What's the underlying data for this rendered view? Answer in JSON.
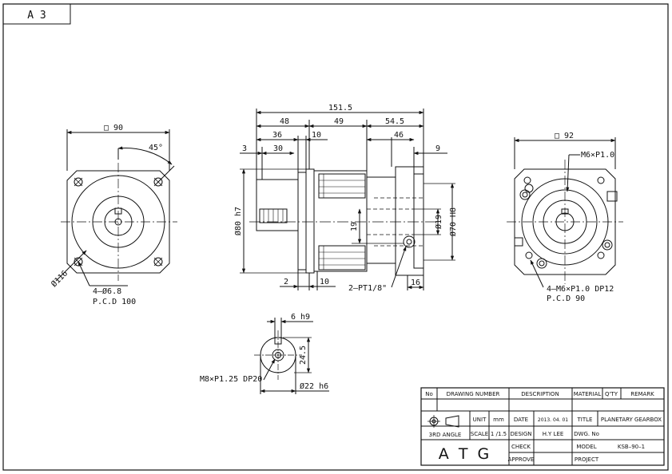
{
  "sheet": {
    "size": "A 3"
  },
  "front_view": {
    "square": "□ 90",
    "angle": "45°",
    "diameter": "Ø116",
    "holes": "4–Ø6.8",
    "pcd": "P.C.D 100"
  },
  "side_view": {
    "total_length": "151.5",
    "seg_48": "48",
    "seg_49": "49",
    "seg_54_5": "54.5",
    "dim_36": "36",
    "dim_30": "30",
    "dim_3": "3",
    "dim_10_top": "10",
    "dim_46": "46",
    "dim_9": "9",
    "dim_80": "Ø80 h7",
    "dim_19_h": "19",
    "dim_19_d": "Ø19",
    "dim_70": "Ø70 H8",
    "dim_2": "2",
    "dim_10_bot": "10",
    "port": "2–PT1/8\"",
    "dim_16": "16"
  },
  "rear_view": {
    "square": "□ 92",
    "thread": "M6×P1.0",
    "holes": "4–M6×P1.0  DP12",
    "pcd": "P.C.D  90"
  },
  "shaft_detail": {
    "key": "6 h9",
    "height": "24.5",
    "thread": "M8×P1.25  DP20",
    "diameter": "Ø22  h6"
  },
  "title_block": {
    "headers": [
      "No",
      "DRAWING NUMBER",
      "DESCRIPTION",
      "MATERIAL",
      "Q'TY",
      "REMARK"
    ],
    "projection": "3RD ANGLE",
    "unit_label": "UNIT",
    "unit_value": "mm",
    "scale_label": "SCALE",
    "scale_value": "1 /1.5",
    "date_label": "DATE",
    "date_value": "2013. 04. 01",
    "design_label": "DESIGN",
    "design_value": "H.Y LEE",
    "check_label": "CHECK",
    "approve_label": "APPROVE",
    "title_label": "TITLE",
    "title_value": "PLANETARY GEARBOX",
    "dwg_label": "DWG. No",
    "model_label": "MODEL",
    "model_value": "KSB–90–1",
    "project_label": "PROJECT",
    "company": "A T G"
  }
}
